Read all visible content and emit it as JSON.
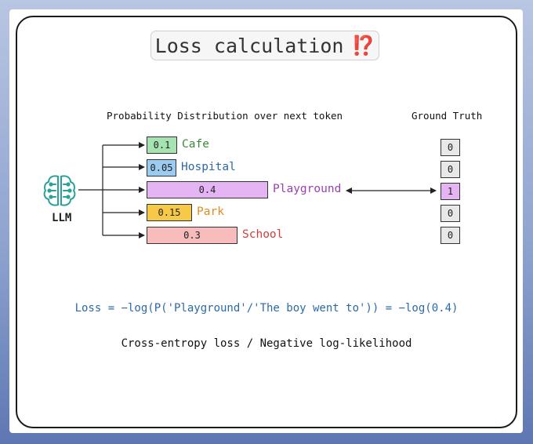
{
  "title": {
    "text": "Loss calculation",
    "mark": "⁉️"
  },
  "headings": {
    "distribution": "Probability Distribution over next token",
    "ground_truth": "Ground Truth"
  },
  "llm": {
    "label": "LLM",
    "icon": "brain-circuit-icon"
  },
  "tokens": [
    {
      "name": "Cafe",
      "prob": "0.1",
      "prob_value": 0.1,
      "fill": "#a6e3b0",
      "text_color": "#3a8a3a"
    },
    {
      "name": "Hospital",
      "prob": "0.05",
      "prob_value": 0.05,
      "fill": "#9ccbf0",
      "text_color": "#2b6aa8"
    },
    {
      "name": "Playground",
      "prob": "0.4",
      "prob_value": 0.4,
      "fill": "#e5b4f2",
      "text_color": "#9b3fb0"
    },
    {
      "name": "Park",
      "prob": "0.15",
      "prob_value": 0.15,
      "fill": "#f7c948",
      "text_color": "#e08a1e"
    },
    {
      "name": "School",
      "prob": "0.3",
      "prob_value": 0.3,
      "fill": "#f8bcbc",
      "text_color": "#d23c3c"
    }
  ],
  "ground_truth": [
    "0",
    "0",
    "1",
    "0",
    "0"
  ],
  "formula": "Loss = −log(P('Playground'/'The boy went to')) = −log(0.4)",
  "caption": "Cross-entropy loss / Negative log-likelihood"
}
